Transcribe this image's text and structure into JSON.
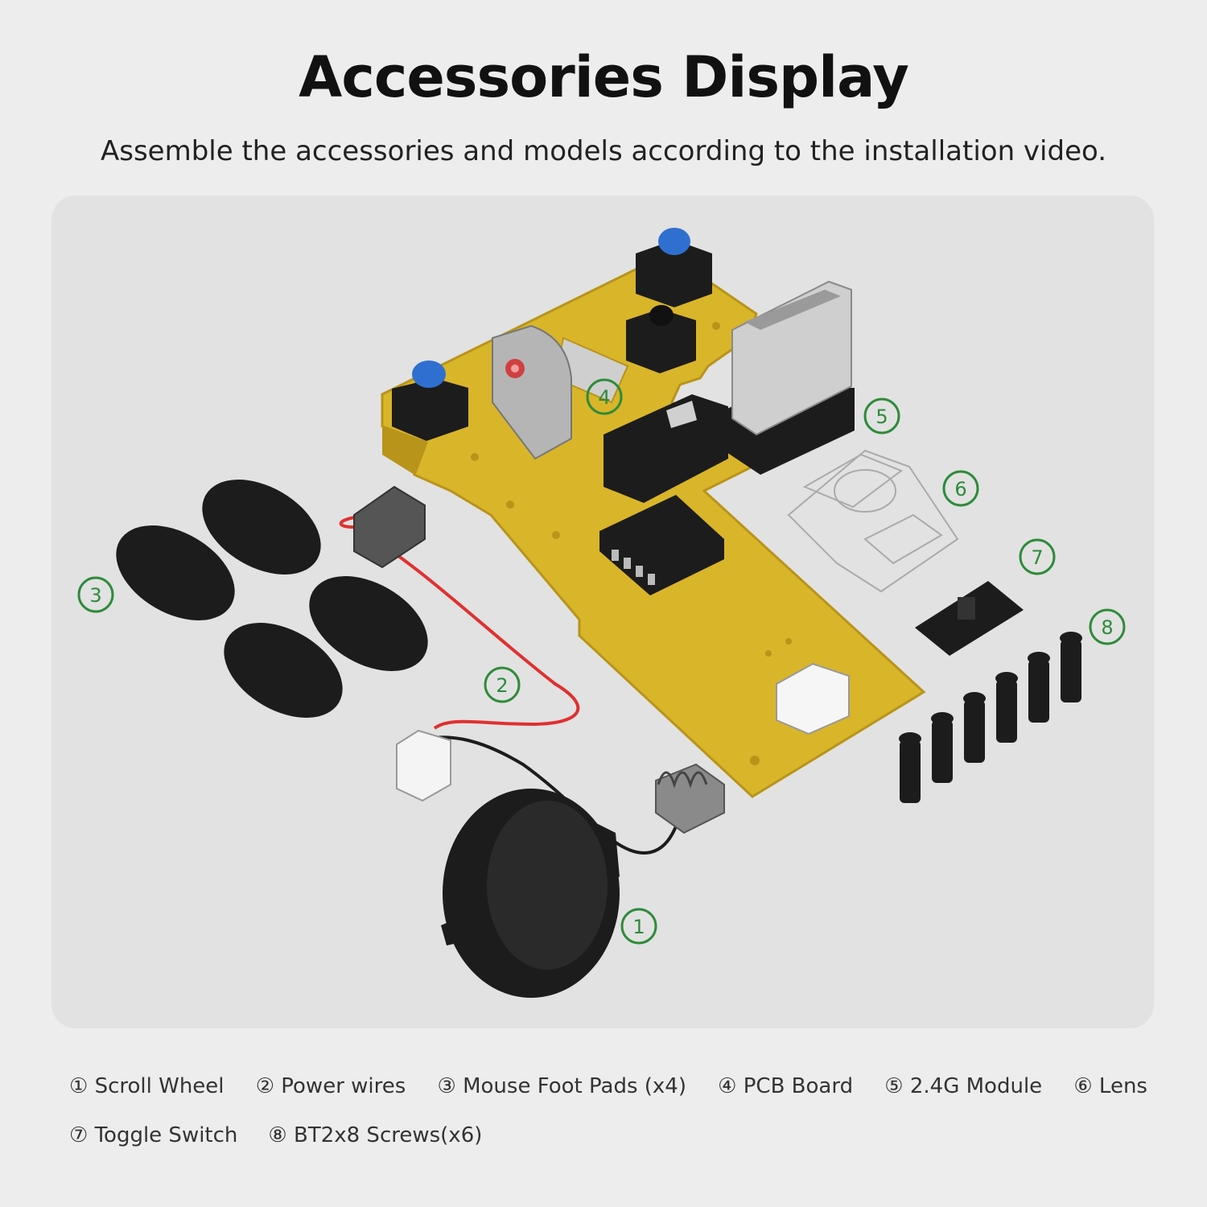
{
  "header": {
    "title": "Accessories Display",
    "subtitle": "Assemble the accessories and models according to the installation video."
  },
  "callouts": [
    "1",
    "2",
    "3",
    "4",
    "5",
    "6",
    "7",
    "8"
  ],
  "legend": [
    "① Scroll Wheel",
    "② Power wires",
    "③ Mouse Foot Pads (x4)",
    "④ PCB Board",
    "⑤ 2.4G Module",
    "⑥ Lens",
    "⑦ Toggle Switch",
    "⑧  BT2x8 Screws(x6)"
  ],
  "colors": {
    "callout": "#2e8b3a",
    "pcb": "#d9b52a",
    "parts": "#1c1c1c",
    "wire_red": "#e03030",
    "button_blue": "#2f6fd0"
  }
}
